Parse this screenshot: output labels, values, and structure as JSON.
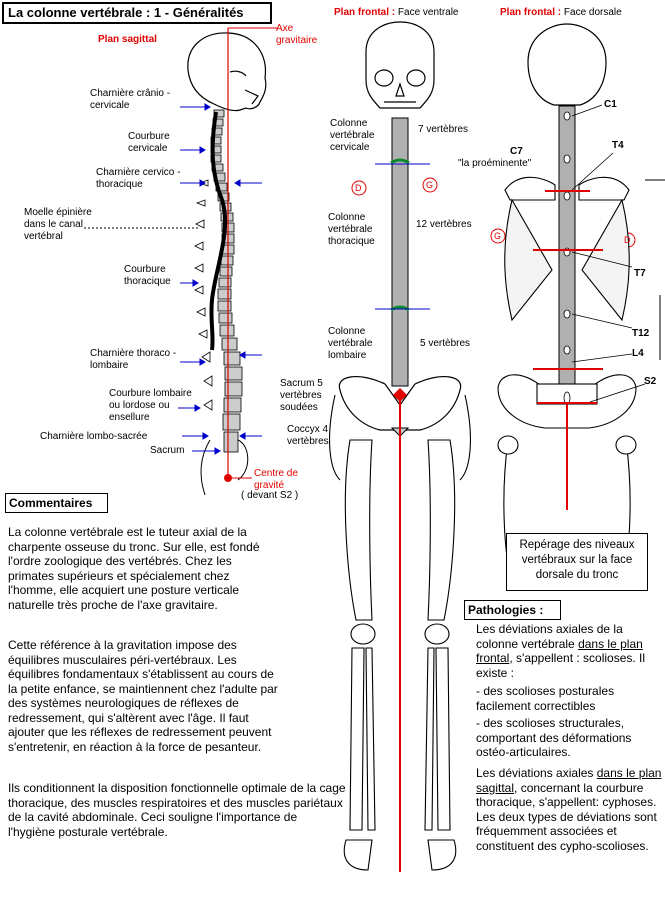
{
  "title": "La colonne vertébrale : 1 - Généralités",
  "left_figure": {
    "plan": "Plan sagittal",
    "axe": "Axe gravitaire",
    "labels": [
      "Charnière crânio - cervicale",
      "Courbure cervicale",
      "Charnière cervico - thoracique",
      "Moelle épinière dans le canal vertébral",
      "Courbure thoracique",
      "Charnière thoraco - lombaire",
      "Courbure lombaire ou lordose ou ensellure",
      "Charnière lombo-sacrée",
      "Sacrum"
    ],
    "centre": "Centre de gravité",
    "centre_note": "( devant S2 )"
  },
  "middle_figure": {
    "plan": "Plan frontal :",
    "view": "Face ventrale",
    "cervical": "Colonne vertébrale cervicale",
    "cervical_count": "7 vertèbres",
    "thoracic": "Colonne vertébrale thoracique",
    "thoracic_count": "12 vertèbres",
    "lumbar": "Colonne vertébrale lombaire",
    "lumbar_count": "5 vertèbres",
    "sacrum": "Sacrum 5 vertèbres soudées",
    "coccyx": "Coccyx 4 vertèbres",
    "d": "D",
    "g": "G"
  },
  "right_figure": {
    "plan": "Plan frontal :",
    "view": "Face dorsale",
    "c1": "C1",
    "c7": "C7",
    "prominente": "\"la proéminente\"",
    "t4": "T4",
    "t7": "T7",
    "t12": "T12",
    "l4": "L4",
    "s2": "S2",
    "g": "G",
    "d": "D",
    "caption": "Repérage des niveaux vertébraux sur la face dorsale du tronc"
  },
  "commentaires": {
    "heading": "Commentaires",
    "p1": "La colonne vertébrale est le tuteur axial de la charpente osseuse du tronc. Sur elle, est fondé l'ordre zoologique des vertébrés. Chez les primates supérieurs et spécialement chez l'homme, elle acquiert une posture verticale naturelle très proche de l'axe gravitaire.",
    "p2": "Cette référence à la gravitation impose des équilibres musculaires péri-vertébraux. Les équilibres fondamentaux s'établissent au cours de la petite enfance, se maintiennent chez l'adulte par des systèmes neurologiques de réflexes de redressement, qui s'altèrent avec l'âge. Il faut ajouter que les réflexes de redressement peuvent s'entretenir, en réaction à la force de pesanteur.",
    "p3": "Ils conditionnent la disposition fonctionnelle optimale de la cage thoracique, des muscles respiratoires et des muscles pariétaux de la cavité abdominale. Ceci souligne l'importance de l'hygiène posturale vertébrale."
  },
  "pathologies": {
    "heading": "Pathologies :",
    "p1a": "Les déviations axiales de la colonne vertébrale ",
    "p1u": "dans le plan frontal",
    "p1b": ", s'appellent : scolioses. Il existe :",
    "li1": "- des scolioses posturales facilement correctibles",
    "li2": "- des scolioses structurales, comportant des déformations ostéo-articulaires.",
    "p2a": "Les déviations axiales ",
    "p2u": "dans le plan sagittal",
    "p2b": ", concernant la courbure thoracique, s'appellent: cyphoses. Les deux types de déviations sont fréquemment associées et constituent des cypho-scolioses."
  },
  "colors": {
    "accent": "#e00000",
    "blue": "#0000cc",
    "spine": "#b0b0b0",
    "green": "#0a8a2a"
  }
}
